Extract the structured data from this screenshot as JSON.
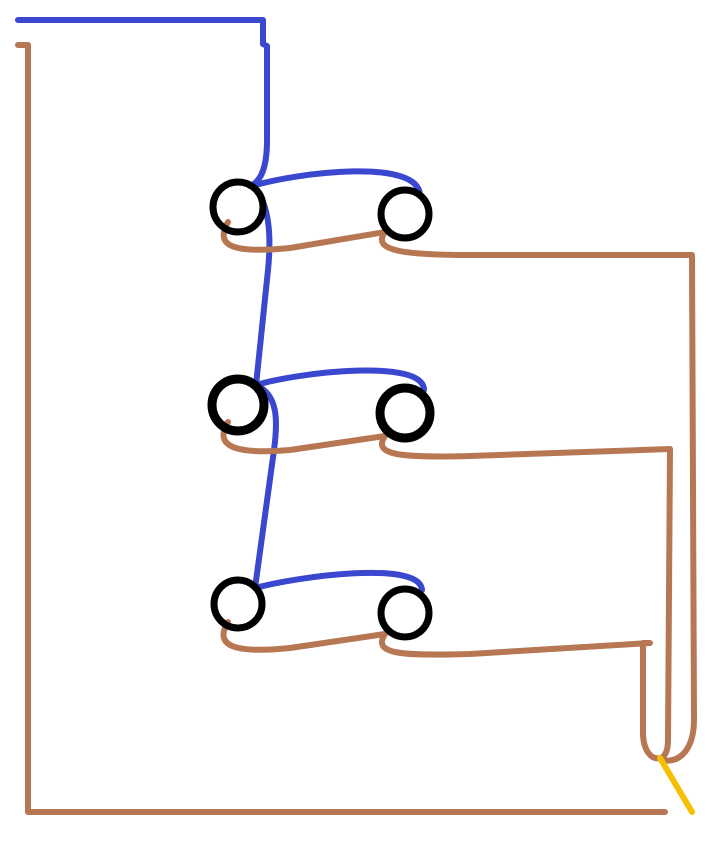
{
  "diagram": {
    "type": "hand-drawn wiring diagram",
    "colors": {
      "blue_wire": "#3a47cf",
      "brown_wire": "#b87753",
      "yellow_wire": "#f6c000",
      "terminal": "#000000",
      "background": "#ffffff"
    },
    "terminal_rows": 3,
    "terminals_per_row": 2
  }
}
